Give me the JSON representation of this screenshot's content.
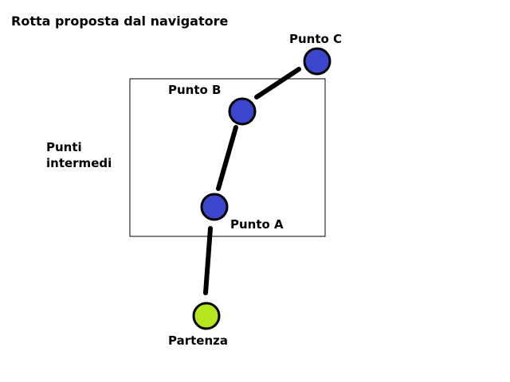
{
  "title": "Rotta proposta dal navigatore",
  "group": {
    "label_line1": "Punti",
    "label_line2": "intermedi"
  },
  "nodes": {
    "start": {
      "label": "Partenza",
      "color": "#b4e61e"
    },
    "a": {
      "label": "Punto A",
      "color": "#3c46cc"
    },
    "b": {
      "label": "Punto B",
      "color": "#3c46cc"
    },
    "c": {
      "label": "Punto C",
      "color": "#3c46cc"
    }
  },
  "colors": {
    "line": "#000000",
    "box_border": "#000000",
    "background": "#ffffff"
  }
}
